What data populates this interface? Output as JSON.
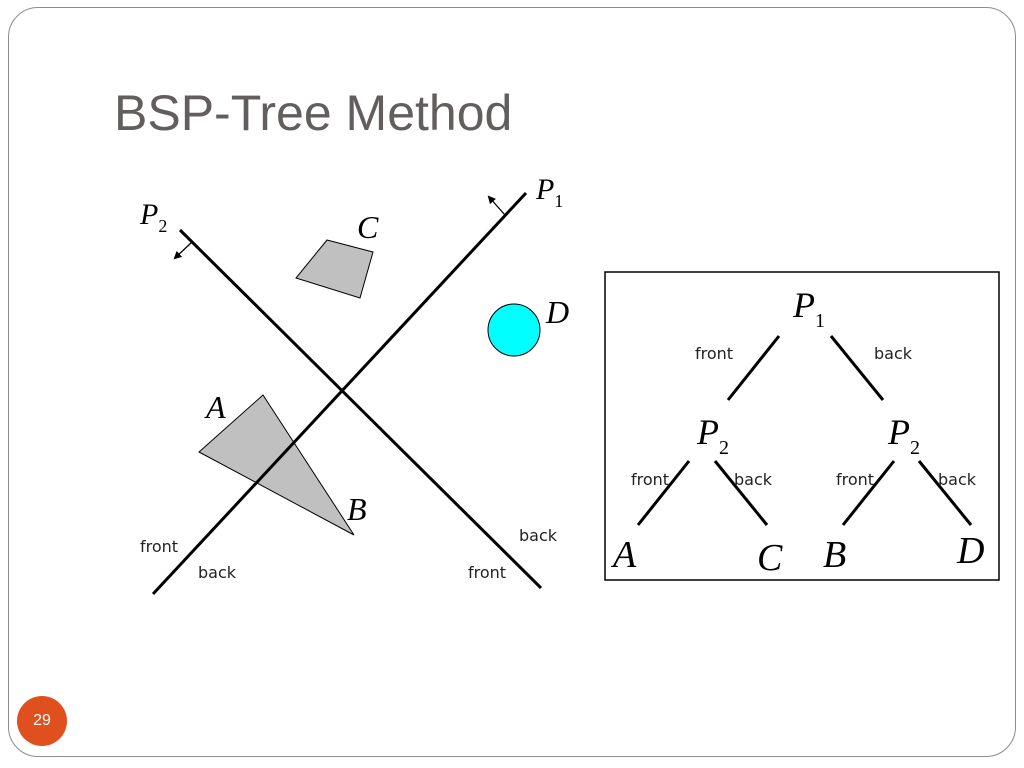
{
  "slide": {
    "title": "BSP-Tree Method",
    "page_number": "29"
  },
  "colors": {
    "title": "#625e5e",
    "page_badge": "#e0501e",
    "polygon_fill": "#c0c0c0",
    "sphere_fill": "#00ffff"
  },
  "scene": {
    "plane_p1": {
      "name": "P",
      "sub": "1"
    },
    "plane_p2": {
      "name": "P",
      "sub": "2"
    },
    "object_a": "A",
    "object_b": "B",
    "object_c": "C",
    "object_d": "D",
    "p1_front": "front",
    "p1_back": "back",
    "p2_back": "back",
    "p2_front": "front"
  },
  "tree": {
    "root": {
      "name": "P",
      "sub": "1"
    },
    "left_child": {
      "name": "P",
      "sub": "2"
    },
    "right_child": {
      "name": "P",
      "sub": "2"
    },
    "root_front": "front",
    "root_back": "back",
    "left_front": "front",
    "left_back": "back",
    "right_front": "front",
    "right_back": "back",
    "leaf_1": "A",
    "leaf_2": "C",
    "leaf_3": "B",
    "leaf_4": "D"
  }
}
